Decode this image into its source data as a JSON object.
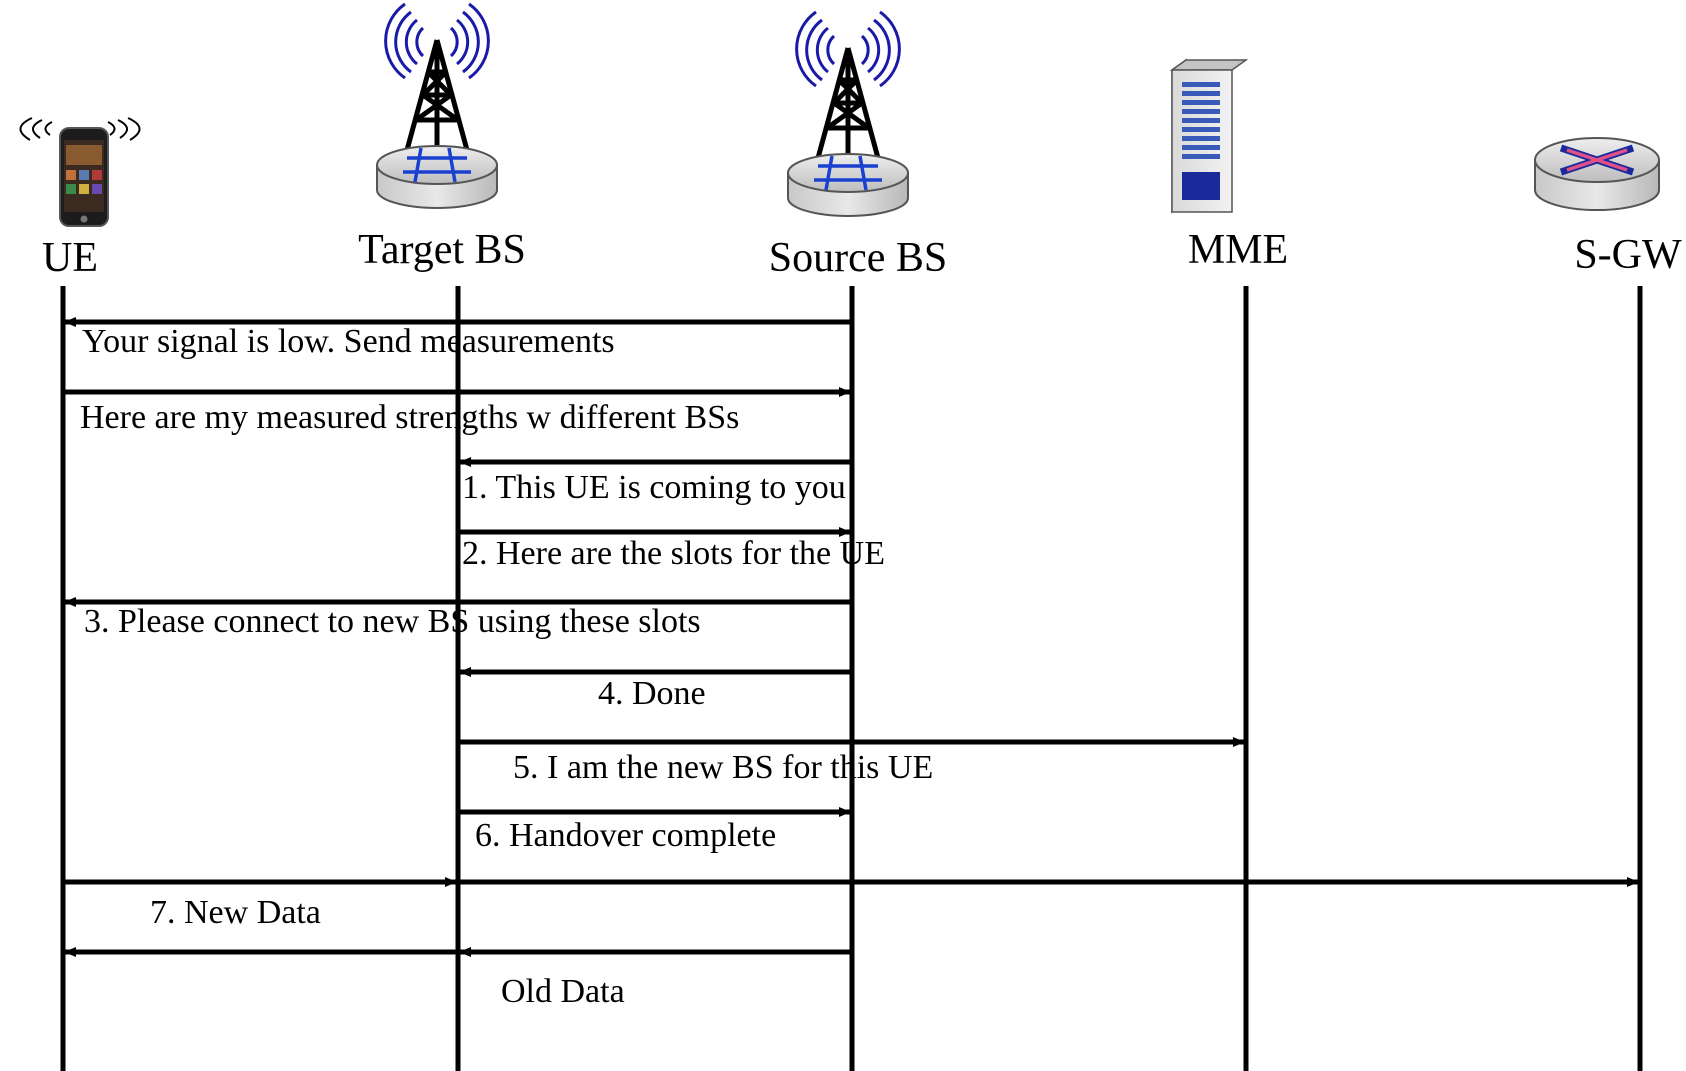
{
  "diagram": {
    "entities": [
      {
        "id": "ue",
        "label": "UE",
        "icon": "phone-icon"
      },
      {
        "id": "target",
        "label": "Target BS",
        "icon": "cell-tower-icon"
      },
      {
        "id": "source",
        "label": "Source BS",
        "icon": "cell-tower-icon"
      },
      {
        "id": "mme",
        "label": "MME",
        "icon": "server-rack-icon"
      },
      {
        "id": "sgw",
        "label": "S-GW",
        "icon": "router-icon"
      }
    ],
    "messages": [
      {
        "from": "source",
        "to": "ue",
        "label": "Your signal is low. Send measurements"
      },
      {
        "from": "ue",
        "to": "source",
        "label": "Here are my measured strengths w different BSs"
      },
      {
        "from": "source",
        "to": "target",
        "label": "1. This UE is coming to you"
      },
      {
        "from": "target",
        "to": "source",
        "label": "2. Here are the slots for the UE"
      },
      {
        "from": "source",
        "to": "ue",
        "label": "3. Please connect to new BS using these slots"
      },
      {
        "from": "source",
        "to": "target",
        "label": "4. Done"
      },
      {
        "from": "target",
        "to": "mme",
        "label": "5. I am the new BS for this UE"
      },
      {
        "from": "target",
        "to": "source",
        "label": "6. Handover complete"
      },
      {
        "from": "ue",
        "to": "target",
        "label": "7. New Data"
      },
      {
        "from": "target",
        "to": "sgw",
        "label": ""
      },
      {
        "from": "source",
        "to": "target",
        "label": ""
      },
      {
        "from": "target",
        "to": "ue",
        "label": "Old Data"
      }
    ]
  }
}
